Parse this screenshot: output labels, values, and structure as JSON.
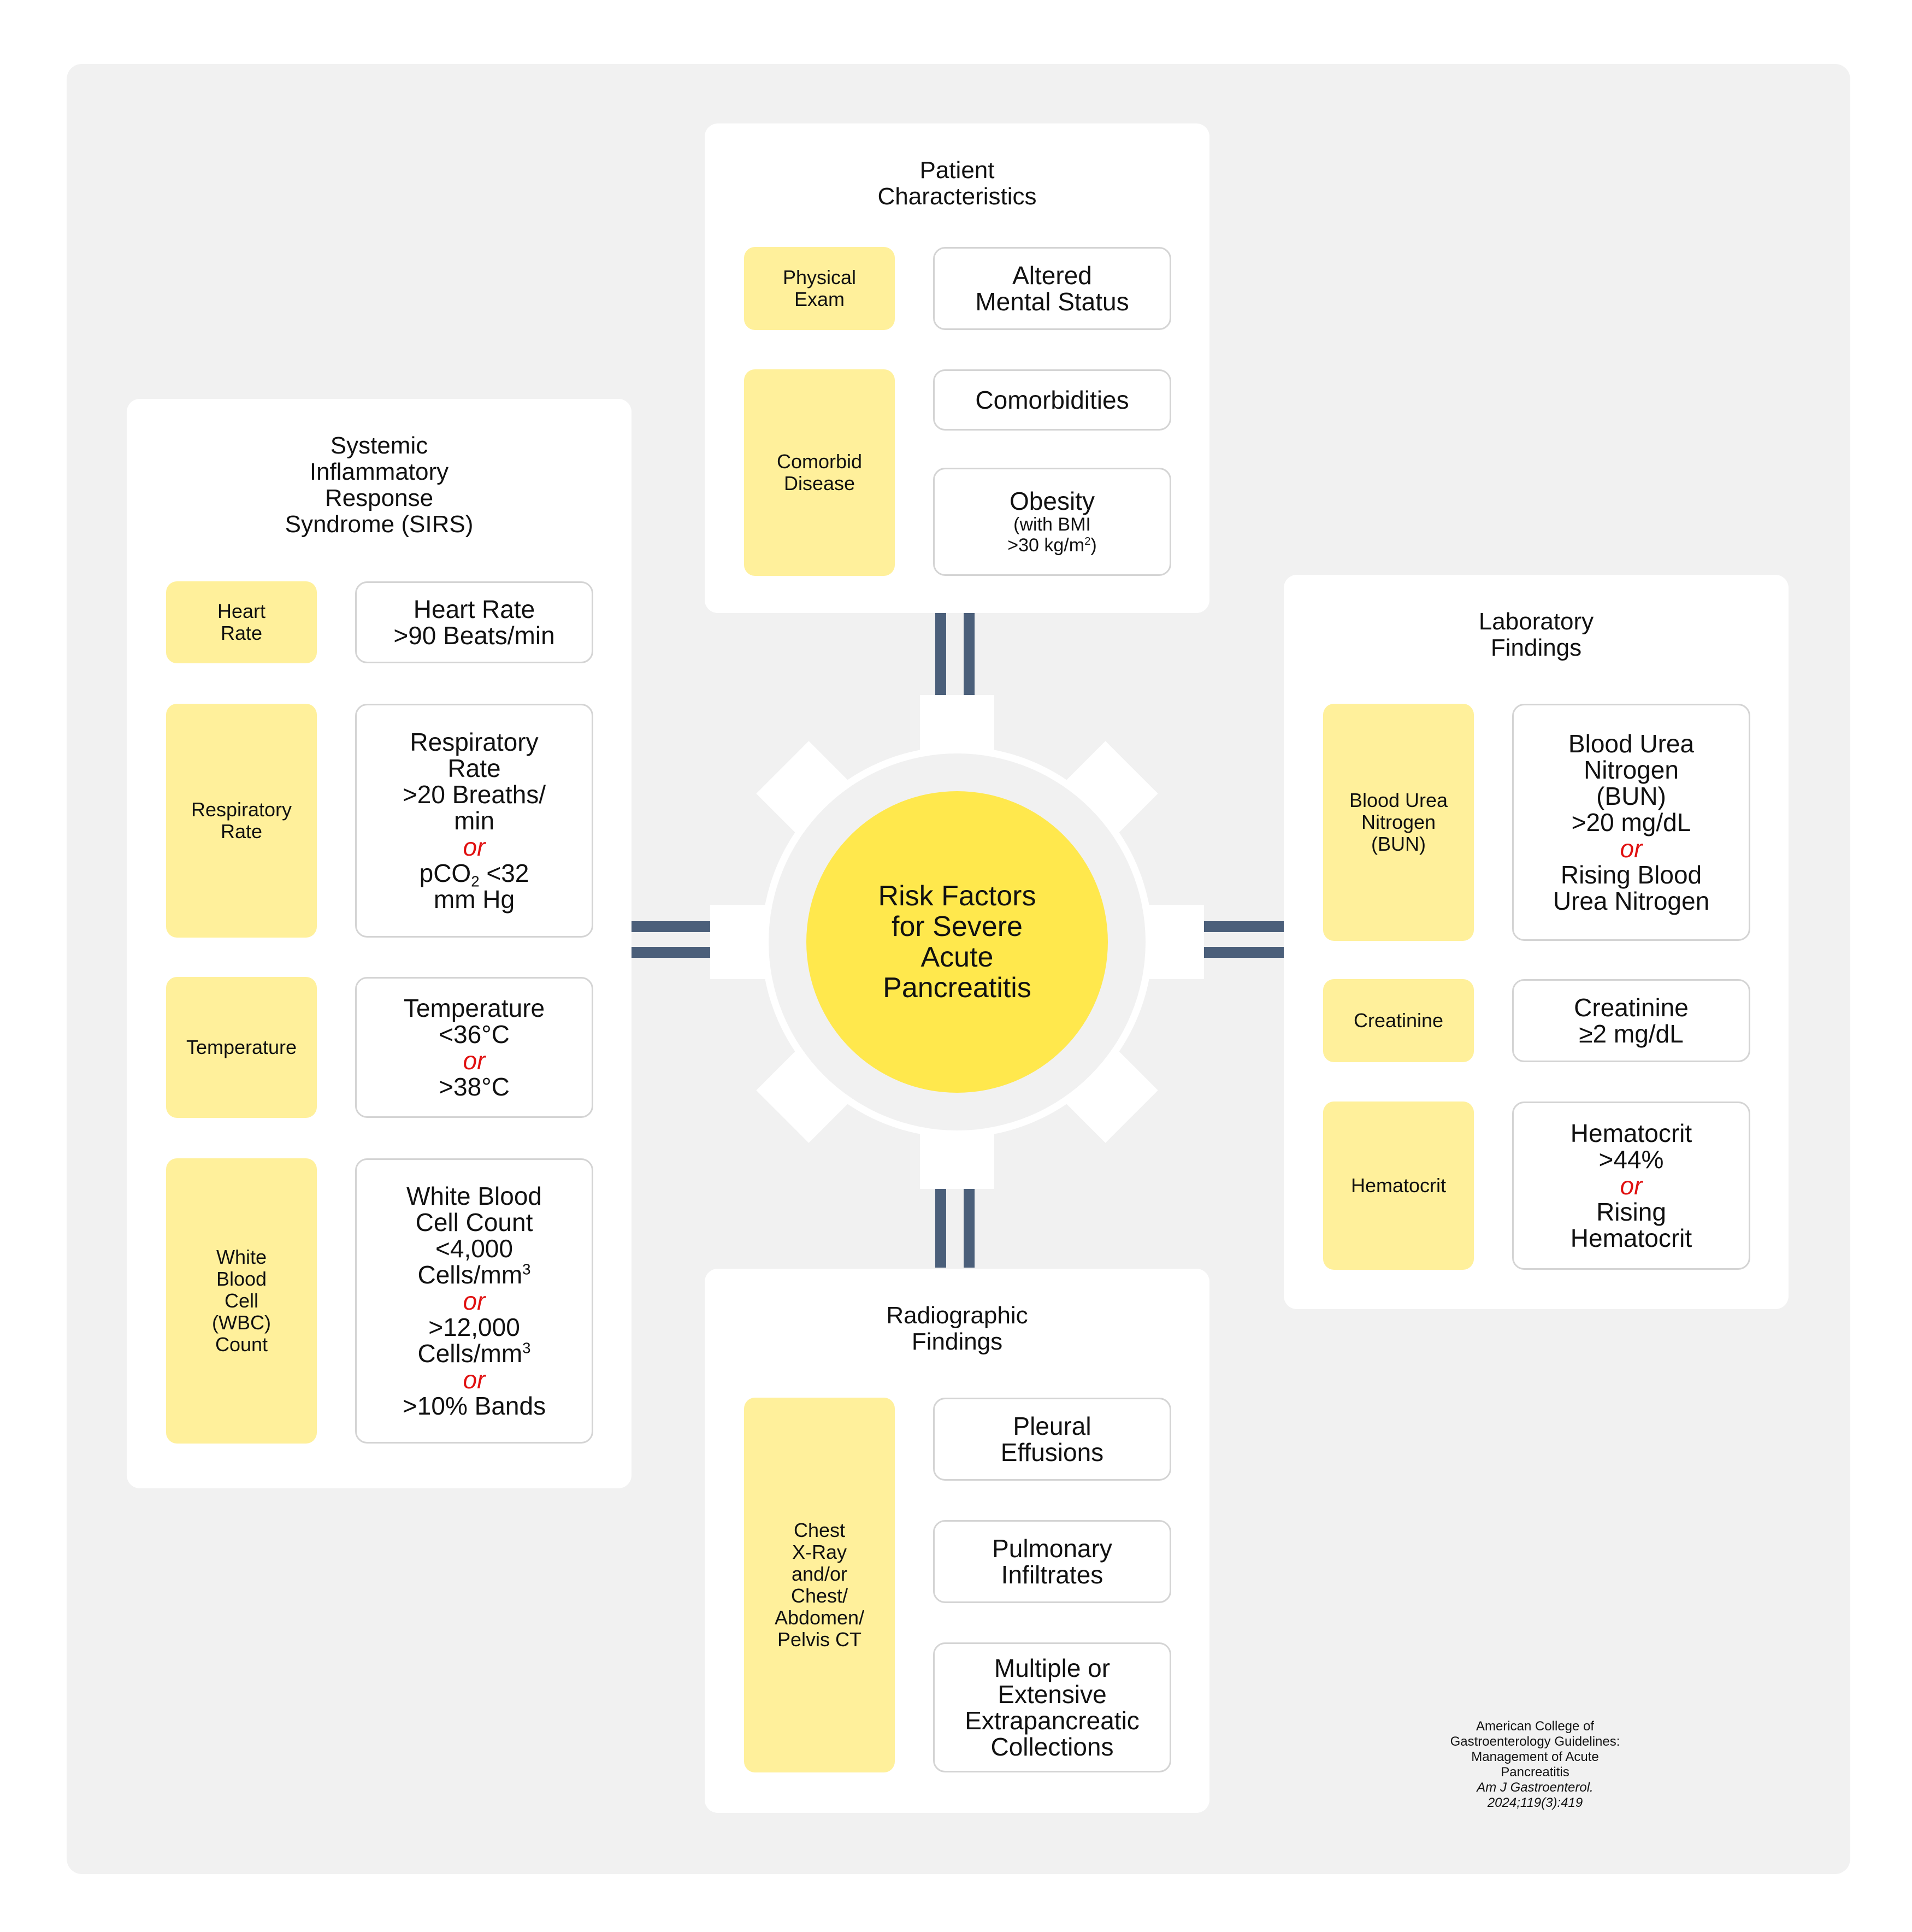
{
  "center": {
    "lines": [
      "Risk Factors",
      "for Severe",
      "Acute",
      "Pancreatitis"
    ]
  },
  "patient": {
    "title": [
      "Patient",
      "Characteristics"
    ],
    "physical_exam_label": [
      "Physical",
      "Exam"
    ],
    "altered_mental": [
      "Altered",
      "Mental Status"
    ],
    "comorbid_label": [
      "Comorbid",
      "Disease"
    ],
    "comorbidities": "Comorbidities",
    "obesity": "Obesity",
    "obesity_note_1": "(with BMI",
    "obesity_note_2": ">30 kg/m",
    "obesity_note_sup": "2",
    "obesity_note_end": ")"
  },
  "sirs": {
    "title": [
      "Systemic",
      "Inflammatory",
      "Response",
      "Syndrome (SIRS)"
    ],
    "heart_label": [
      "Heart",
      "Rate"
    ],
    "heart_value": [
      "Heart Rate",
      ">90 Beats/min"
    ],
    "resp_label": [
      "Respiratory",
      "Rate"
    ],
    "resp_value": [
      "Respiratory",
      "Rate",
      ">20 Breaths/",
      "min"
    ],
    "resp_or": "or",
    "resp_pco2_a": "pCO",
    "resp_pco2_sub": "2",
    "resp_pco2_b": " <32",
    "resp_pco2_c": "mm Hg",
    "temp_label": "Temperature",
    "temp_value_1": "Temperature",
    "temp_value_2": "<36°C",
    "temp_or": "or",
    "temp_value_3": ">38°C",
    "wbc_label": [
      "White",
      "Blood",
      "Cell",
      "(WBC)",
      "Count"
    ],
    "wbc_1": "White Blood",
    "wbc_2": "Cell Count",
    "wbc_3": "<4,000",
    "wbc_4": "Cells/mm",
    "wbc_4_sup": "3",
    "wbc_or1": "or",
    "wbc_5": ">12,000",
    "wbc_6": "Cells/mm",
    "wbc_6_sup": "3",
    "wbc_or2": "or",
    "wbc_7": ">10% Bands"
  },
  "lab": {
    "title": [
      "Laboratory",
      "Findings"
    ],
    "bun_label": [
      "Blood Urea",
      "Nitrogen",
      "(BUN)"
    ],
    "bun_value_a": [
      "Blood Urea",
      "Nitrogen",
      "(BUN)",
      ">20 mg/dL"
    ],
    "bun_or": "or",
    "bun_value_b": [
      "Rising Blood",
      "Urea Nitrogen"
    ],
    "creat_label": "Creatinine",
    "creat_value": [
      "Creatinine",
      "≥2 mg/dL"
    ],
    "hct_label": "Hematocrit",
    "hct_value_a": [
      "Hematocrit",
      ">44%"
    ],
    "hct_or": "or",
    "hct_value_b": [
      "Rising",
      "Hematocrit"
    ]
  },
  "radio": {
    "title": [
      "Radiographic",
      "Findings"
    ],
    "chest_label": [
      "Chest",
      "X-Ray",
      "and/or",
      "Chest/",
      "Abdomen/",
      "Pelvis CT"
    ],
    "pleural": [
      "Pleural",
      "Effusions"
    ],
    "pulmonary": [
      "Pulmonary",
      "Infiltrates"
    ],
    "collections": [
      "Multiple or",
      "Extensive",
      "Extrapancreatic",
      "Collections"
    ]
  },
  "citation": {
    "lines": [
      "American College of",
      "Gastroenterology Guidelines:",
      "Management of Acute",
      "Pancreatitis"
    ],
    "journal": "Am J Gastroenterol.",
    "ref": "2024;119(3):419"
  },
  "colors": {
    "yellow_box": "#fff09b",
    "hub": "#ffe84d",
    "connector": "#4b5f7a",
    "or_text": "#e01010",
    "background": "#f1f1f1"
  }
}
